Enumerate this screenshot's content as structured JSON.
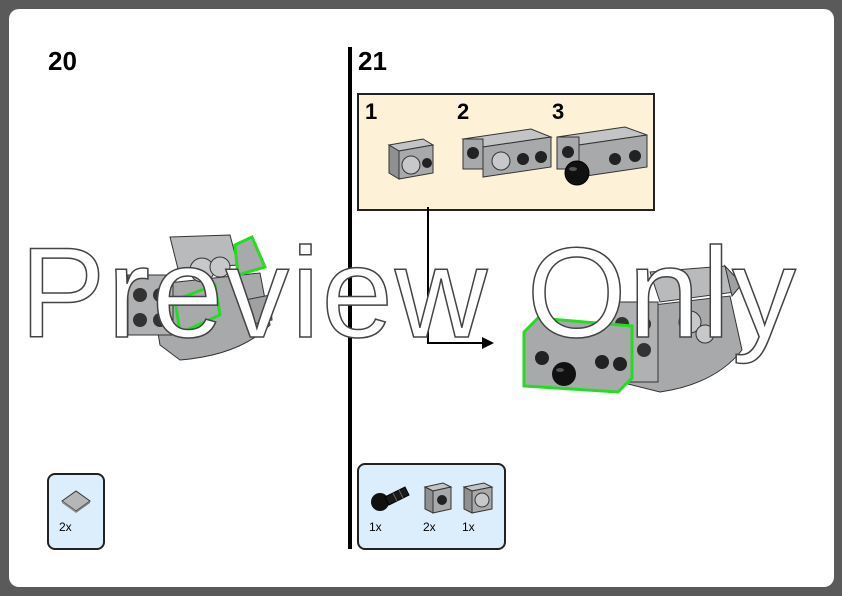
{
  "steps": [
    {
      "number": "20",
      "parts": [
        {
          "qty": "2x",
          "icon": "slope-tile-icon"
        }
      ]
    },
    {
      "number": "21",
      "substeps": [
        "1",
        "2",
        "3"
      ],
      "parts": [
        {
          "qty": "1x",
          "icon": "pin-with-ball-icon"
        },
        {
          "qty": "2x",
          "icon": "brick-1x1-stud-icon"
        },
        {
          "qty": "1x",
          "icon": "brick-1x1-hole-icon"
        }
      ]
    }
  ],
  "watermark": "Preview Only",
  "colors": {
    "background_frame": "#5a5a5a",
    "page": "#ffffff",
    "parts_box": "#dcedfb",
    "substep_box": "#fdf1d8",
    "brick_gray": "#a8a9ab",
    "highlight": "#22dd22",
    "ball": "#111111"
  }
}
